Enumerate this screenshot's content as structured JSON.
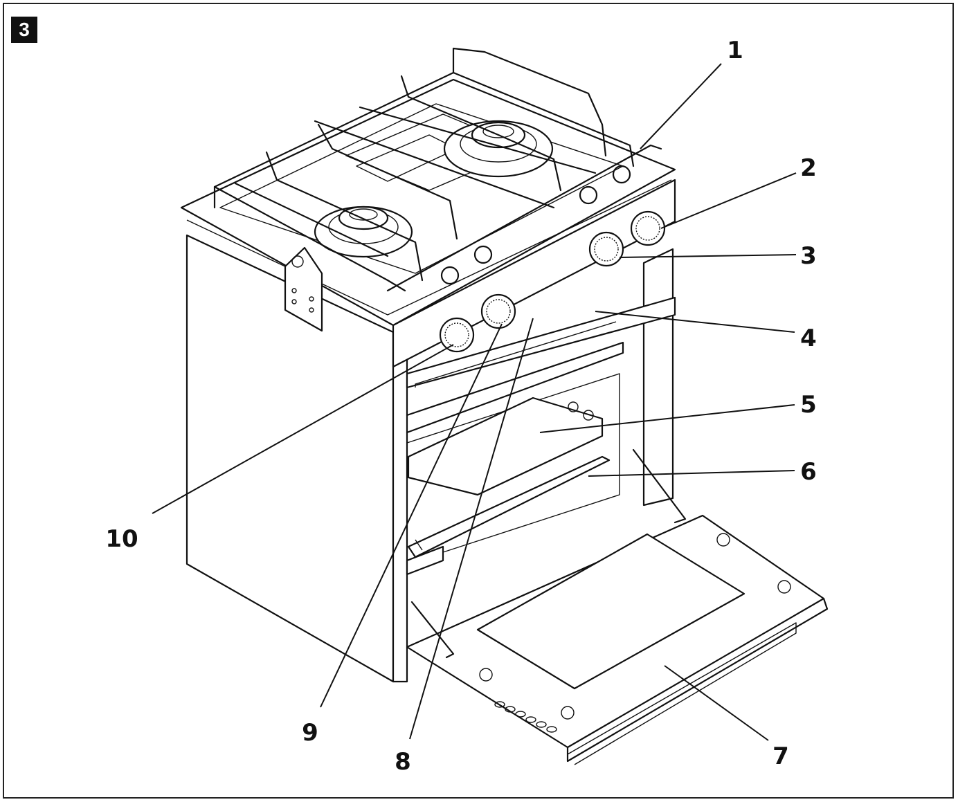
{
  "figure": {
    "badge": "3"
  },
  "callouts": [
    {
      "id": "c1",
      "label": "1"
    },
    {
      "id": "c2",
      "label": "2"
    },
    {
      "id": "c3",
      "label": "3"
    },
    {
      "id": "c4",
      "label": "4"
    },
    {
      "id": "c5",
      "label": "5"
    },
    {
      "id": "c6",
      "label": "6"
    },
    {
      "id": "c7",
      "label": "7"
    },
    {
      "id": "c8",
      "label": "8"
    },
    {
      "id": "c9",
      "label": "9"
    },
    {
      "id": "c10",
      "label": "10"
    }
  ]
}
